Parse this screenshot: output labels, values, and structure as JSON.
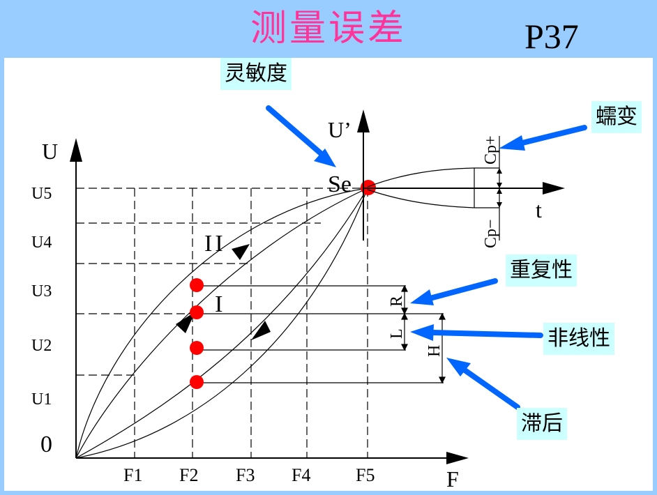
{
  "header": {
    "title": "测量误差",
    "page": "P37"
  },
  "callouts": {
    "sensitivity": "灵敏度",
    "creep": "蠕变",
    "repeatability": "重复性",
    "nonlinearity": "非线性",
    "hysteresis": "滞后"
  },
  "main_chart": {
    "y_axis_label": "U",
    "x_axis_label": "F",
    "origin_label": "0",
    "y_ticks": [
      "U5",
      "U4",
      "U3",
      "U2",
      "U1"
    ],
    "x_ticks": [
      "F1",
      "F2",
      "F3",
      "F4",
      "F5"
    ],
    "curve_labels": {
      "upper": "II",
      "lower": "I"
    },
    "point_label": "Se",
    "bracket_labels": {
      "repeat": "R",
      "linear": "L",
      "hyst": "H"
    }
  },
  "creep_chart": {
    "y_axis_label": "U’",
    "x_axis_label": "t",
    "upper_label": "Cp+",
    "lower_label": "Cp−"
  },
  "colors": {
    "title": "#ff3399",
    "frame": "#99ccff",
    "callout_bg": "#ccffff",
    "arrow": "#0066ff",
    "marker": "#ff0000"
  }
}
